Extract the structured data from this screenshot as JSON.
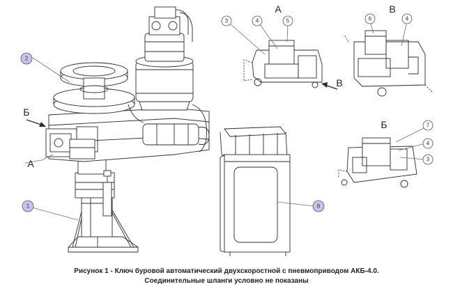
{
  "figure": {
    "caption_line1": "Рисунок 1 - Ключ буровой автоматический двухскоростной с пневмоприводом АКБ-4.0.",
    "caption_line2": "Соединительные шланги условно не показаны"
  },
  "callouts": {
    "main_1": "1",
    "main_2": "2",
    "main_8": "8",
    "detail_a_3": "3",
    "detail_a_4": "4",
    "detail_a_5": "5",
    "detail_v_6": "6",
    "detail_v_4": "4",
    "detail_b_7": "7",
    "detail_b_4": "4",
    "detail_b_3": "3"
  },
  "view_labels": {
    "main_b": "Б",
    "main_a": "А",
    "detail_a_title": "А",
    "detail_v_arrow": "В",
    "detail_v_title": "В",
    "detail_b_title": "Б"
  },
  "colors": {
    "callout_highlight": "#c7c3ef",
    "callout_plain": "#ffffff",
    "line": "#2b2b2b",
    "leader": "#6f6f6f"
  }
}
